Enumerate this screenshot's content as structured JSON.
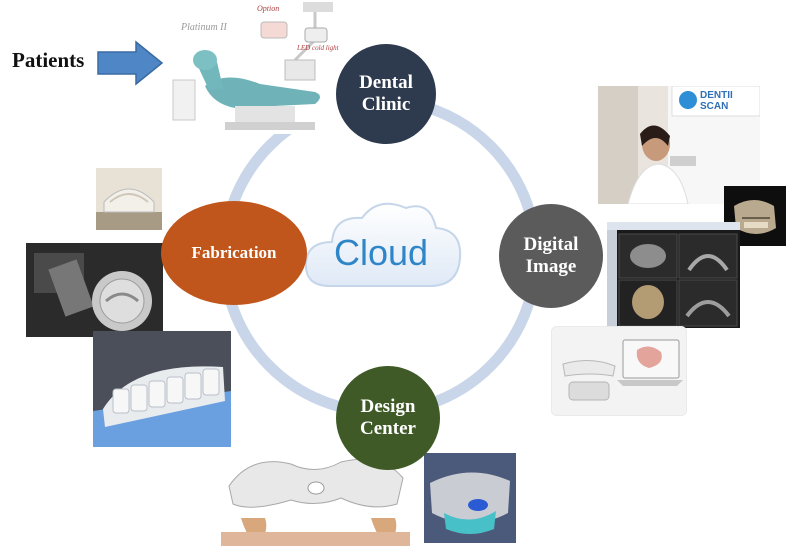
{
  "patients": {
    "label": "Patients"
  },
  "cloud": {
    "label": "Cloud"
  },
  "nodes": {
    "dental_clinic": {
      "line1": "Dental",
      "line2": "Clinic",
      "color": "#2e3a4e"
    },
    "digital_image": {
      "line1": "Digital",
      "line2": "Image",
      "color": "#5b5b5b"
    },
    "design_center": {
      "line1": "Design",
      "line2": "Center",
      "color": "#3f5a27"
    },
    "fabrication": {
      "label": "Fabrication",
      "color": "#c0561b"
    }
  },
  "dental_chair": {
    "title": "Platinum II",
    "option_label": "Option",
    "led_label": "LED cold light"
  },
  "scanner": {
    "brand_line1": "DENTII",
    "brand_line2": "SCAN"
  },
  "colors": {
    "ring": "#c9d6ea",
    "arrow": "#4f86c6",
    "cloud_text": "#2e86c8"
  }
}
